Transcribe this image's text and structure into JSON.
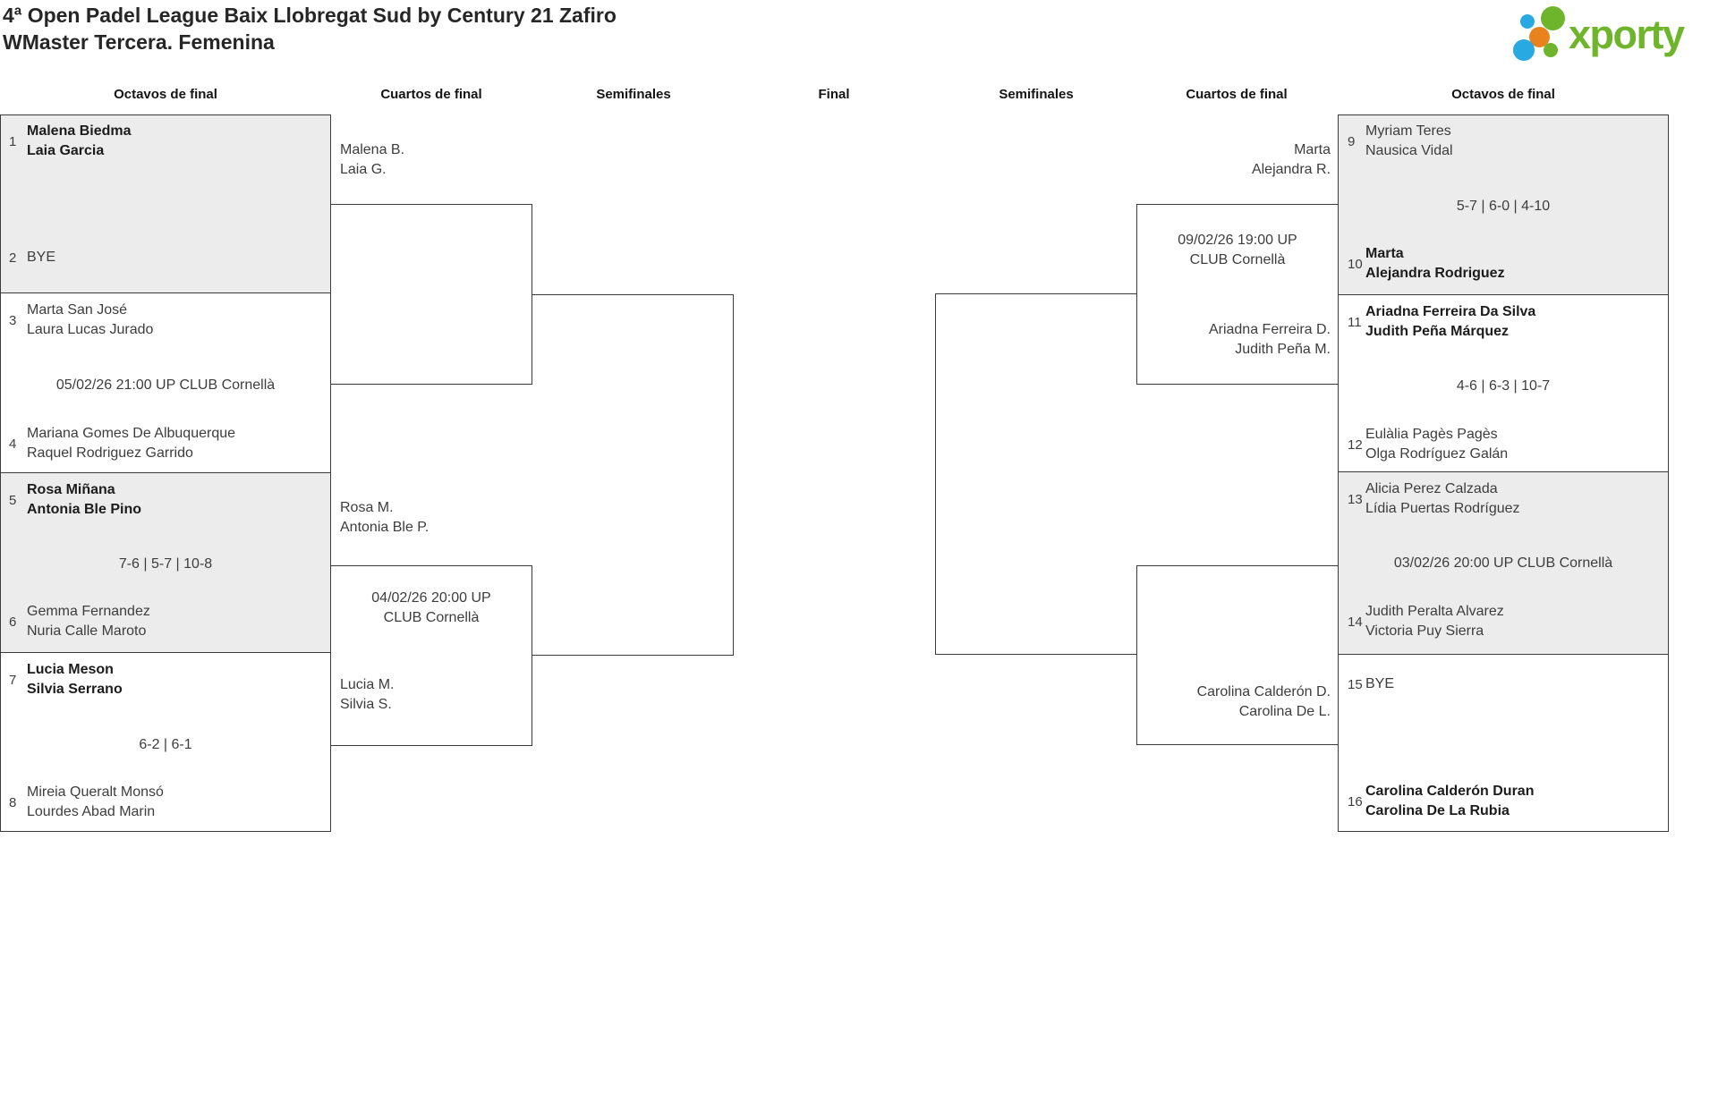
{
  "title": {
    "line1": "4ª Open Padel League Baix Llobregat Sud by Century 21 Zafiro",
    "line2": "WMaster Tercera. Femenina"
  },
  "logo": {
    "brand": "xporty"
  },
  "colors": {
    "brand_green": "#6fb52c",
    "brand_blue": "#29a9e1",
    "brand_orange": "#e8821d",
    "shaded_box": "#ececec",
    "line": "#3b3b3b"
  },
  "round_headers": [
    "Octavos de final",
    "Cuartos de final",
    "Semifinales",
    "Final",
    "Semifinales",
    "Cuartos de final",
    "Octavos de final"
  ],
  "octavos_left": [
    {
      "seed_top": "1",
      "top1": "Malena Biedma",
      "top2": "Laia Garcia",
      "middle": "",
      "seed_bottom": "2",
      "bottom1": "BYE",
      "bottom2": ""
    },
    {
      "seed_top": "3",
      "top1": "Marta San José",
      "top2": "Laura Lucas Jurado",
      "middle": "05/02/26 21:00 UP CLUB Cornellà",
      "seed_bottom": "4",
      "bottom1": "Mariana Gomes De Albuquerque",
      "bottom2": "Raquel Rodriguez Garrido"
    },
    {
      "seed_top": "5",
      "top1": "Rosa Miñana",
      "top2": "Antonia Ble Pino",
      "middle": "7-6 | 5-7 | 10-8",
      "seed_bottom": "6",
      "bottom1": "Gemma Fernandez",
      "bottom2": "Nuria Calle Maroto"
    },
    {
      "seed_top": "7",
      "top1": "Lucia Meson",
      "top2": "Silvia Serrano",
      "middle": "6-2 | 6-1",
      "seed_bottom": "8",
      "bottom1": "Mireia Queralt Monsó",
      "bottom2": "Lourdes Abad Marin"
    }
  ],
  "octavos_right": [
    {
      "seed_top": "9",
      "top1": "Myriam Teres",
      "top2": "Nausica Vidal",
      "middle": "5-7 | 6-0 | 4-10",
      "seed_bottom": "10",
      "bottom1": "Marta",
      "bottom2": "Alejandra Rodriguez"
    },
    {
      "seed_top": "11",
      "top1": "Ariadna Ferreira Da Silva",
      "top2": "Judith Peña Márquez",
      "middle": "4-6 | 6-3 | 10-7",
      "seed_bottom": "12",
      "bottom1": "Eulàlia Pagès Pagès",
      "bottom2": "Olga Rodríguez Galán"
    },
    {
      "seed_top": "13",
      "top1": "Alicia Perez Calzada",
      "top2": "Lídia Puertas Rodríguez",
      "middle": "03/02/26 20:00 UP CLUB Cornellà",
      "seed_bottom": "14",
      "bottom1": "Judith Peralta Alvarez",
      "bottom2": "Victoria Puy Sierra"
    },
    {
      "seed_top": "15",
      "top1": "BYE",
      "top2": "",
      "middle": "",
      "seed_bottom": "16",
      "bottom1": "Carolina Calderón Duran",
      "bottom2": "Carolina De La Rubia"
    }
  ],
  "quarters_left": {
    "match1_winner1": "Malena B.",
    "match1_winner2": "Laia G.",
    "match2_winner1": "Rosa M.",
    "match2_winner2": "Antonia Ble P.",
    "match2_schedule1": "04/02/26 20:00 UP",
    "match2_schedule2": "CLUB Cornellà",
    "match2_opponent1": "Lucia M.",
    "match2_opponent2": "Silvia S."
  },
  "quarters_right": {
    "match1_winner1": "Marta",
    "match1_winner2": "Alejandra R.",
    "match1_schedule1": "09/02/26 19:00 UP",
    "match1_schedule2": "CLUB Cornellà",
    "match1_opponent1": "Ariadna Ferreira D.",
    "match1_opponent2": "Judith Peña M.",
    "match2_opponent1": "Carolina Calderón D.",
    "match2_opponent2": "Carolina De L."
  }
}
